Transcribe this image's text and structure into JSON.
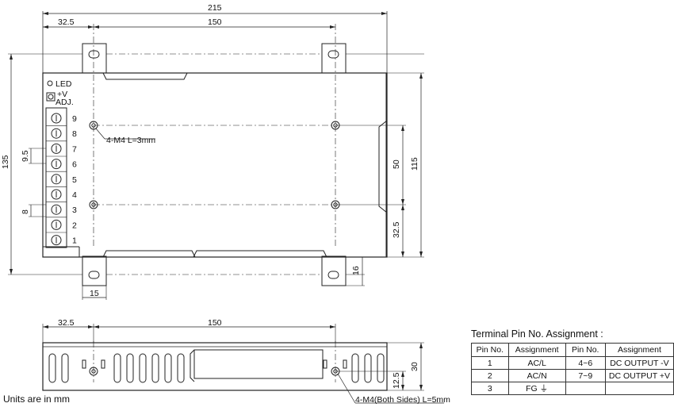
{
  "top_view": {
    "dim_overall_width": "215",
    "dim_left_offset": "32.5",
    "dim_hole_spacing": "150",
    "dim_overall_height": "135",
    "dim_inner_height": "115",
    "dim_hole_vertical": "50",
    "dim_hole_bottom": "32.5",
    "dim_tab_height": "16",
    "dim_tab_width": "15",
    "dim_pin_pitch": "9.5",
    "dim_terminal_width": "8",
    "led_label": "LED",
    "adj_label_1": "+V",
    "adj_label_2": "ADJ.",
    "screw_note": "4-M4 L=3mm",
    "terminal_numbers": [
      "9",
      "8",
      "7",
      "6",
      "5",
      "4",
      "3",
      "2",
      "1"
    ]
  },
  "side_view": {
    "dim_left_offset": "32.5",
    "dim_hole_spacing": "150",
    "dim_height": "30",
    "dim_hole_height": "12.5",
    "screw_note": "4-M4(Both Sides) L=5mm"
  },
  "units_note": "Units are in mm",
  "pin_table": {
    "title": "Terminal Pin No. Assignment :",
    "headers": [
      "Pin No.",
      "Assignment",
      "Pin No.",
      "Assignment"
    ],
    "rows": [
      [
        "1",
        "AC/L",
        "4~6",
        "DC OUTPUT -V"
      ],
      [
        "2",
        "AC/N",
        "7~9",
        "DC OUTPUT +V"
      ],
      [
        "3",
        "FG ⏚",
        "",
        ""
      ]
    ]
  }
}
